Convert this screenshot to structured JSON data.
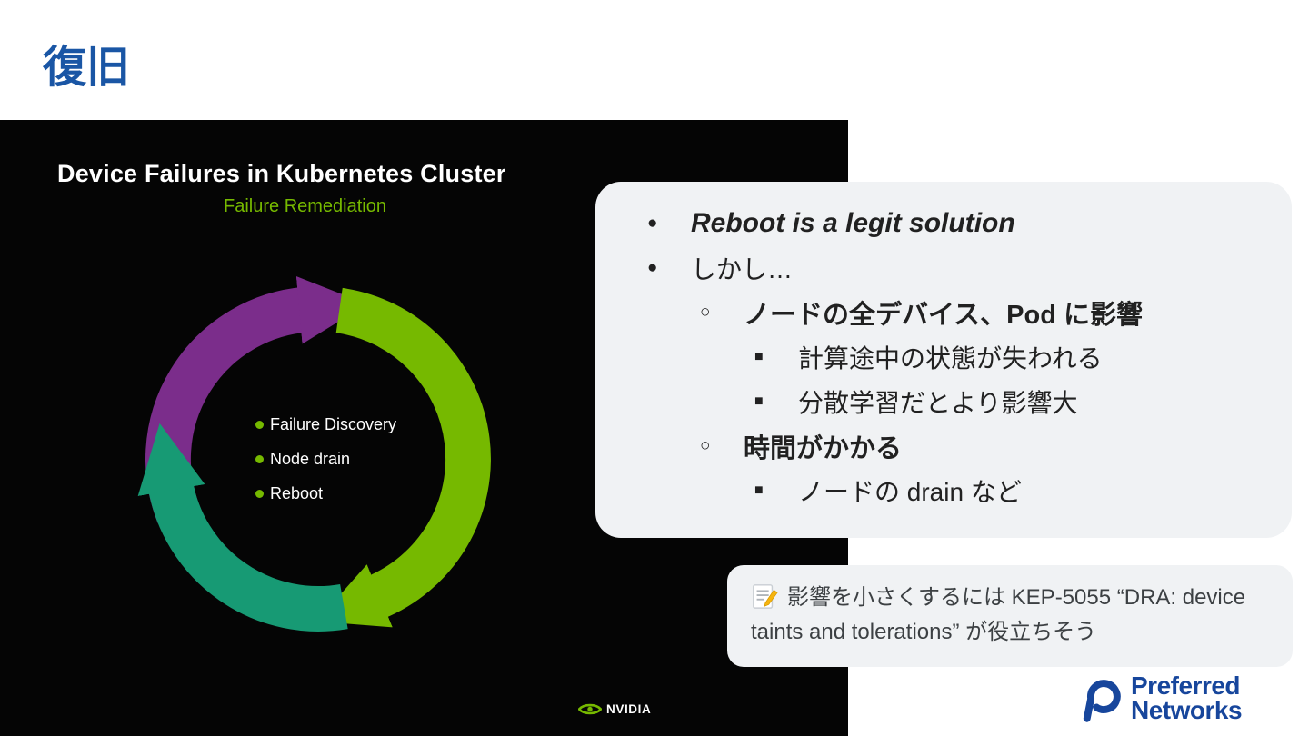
{
  "page": {
    "title": "復旧",
    "accent_color": "#1a56a5"
  },
  "slide_image": {
    "title": "Device Failures in Kubernetes Cluster",
    "subtitle": "Failure Remediation",
    "cycle_labels": [
      {
        "label": "Failure Discovery"
      },
      {
        "label": "Node drain"
      },
      {
        "label": "Reboot"
      }
    ],
    "nvidia_logo_text": "NVIDIA",
    "colors": {
      "background": "#050505",
      "arrow_purple": "#7b2d8b",
      "arrow_green": "#76b900",
      "arrow_teal": "#179a74",
      "label_bullet_green": "#76b900"
    }
  },
  "bullets": {
    "items": [
      {
        "marker": "●",
        "text": "Reboot is a legit solution"
      },
      {
        "marker": "●",
        "text": "しかし…"
      },
      {
        "marker": "○",
        "text": "ノードの全デバイス、Pod に影響"
      },
      {
        "marker": "■",
        "text": "計算途中の状態が失われる"
      },
      {
        "marker": "■",
        "text": "分散学習だとより影響大"
      },
      {
        "marker": "○",
        "text": "時間がかかる"
      },
      {
        "marker": "■",
        "text": "ノードの drain など"
      }
    ]
  },
  "note": {
    "icon": "memo-icon",
    "text": "影響を小さくするには KEP-5055 “DRA: device taints and tolerations” が役立ちそう"
  },
  "footer_logo": {
    "line1": "Preferred",
    "line2": "Networks",
    "color": "#17469c"
  }
}
